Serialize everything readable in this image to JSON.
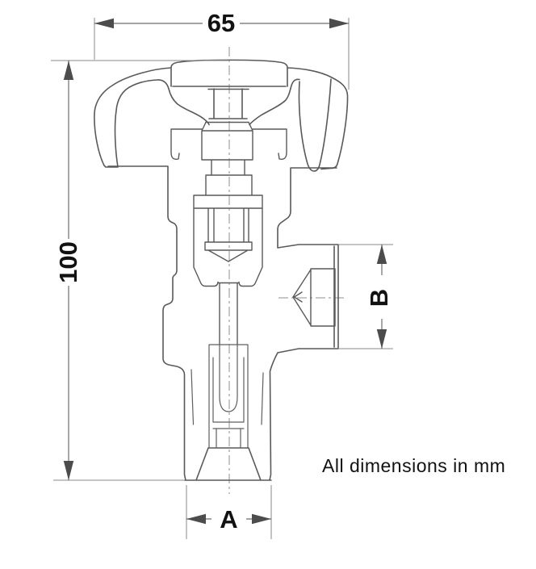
{
  "drawing": {
    "note": "All dimensions in mm",
    "dims": {
      "handwheel_width": "65",
      "overall_height": "100",
      "outlet_size": "B",
      "inlet_size": "A"
    },
    "colors": {
      "background": "#ffffff",
      "outline": "#595959",
      "detail": "#5f5f5f",
      "dimension": "#8a8a8a",
      "arrow": "#4c4c4c",
      "text": "#121212",
      "centerline": "#8f8f8f"
    }
  }
}
